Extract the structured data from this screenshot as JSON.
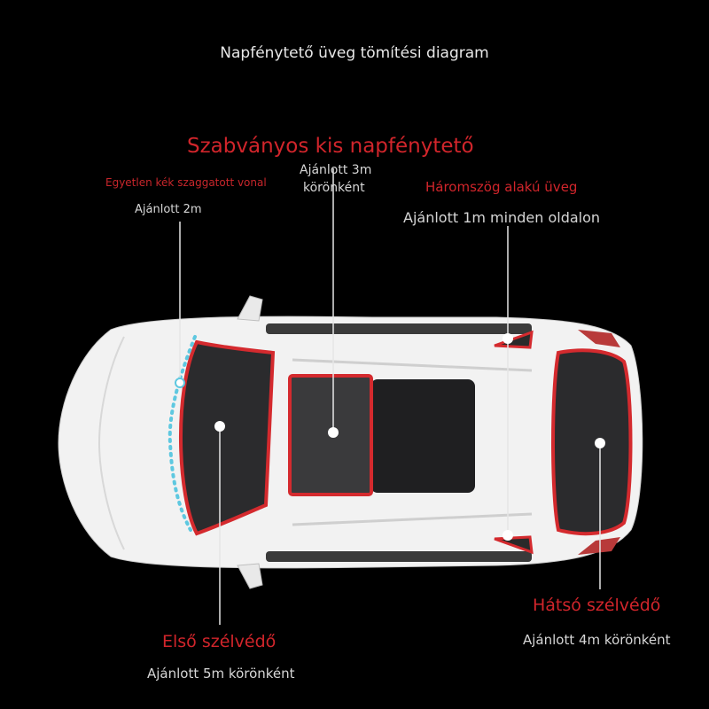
{
  "header": {
    "title": "Napfénytető üveg tömítési diagram"
  },
  "labels": {
    "sunroof_title": "Szabványos kis napfénytető",
    "sunroof_note_1": "Ajánlott 3m",
    "sunroof_note_2": "körönként",
    "blue_line_title": "Egyetlen kék szaggatott vonal",
    "blue_line_note": "Ajánlott 2m",
    "triangle_title": "Háromszög alakú üveg",
    "triangle_note": "Ajánlott 1m minden oldalon",
    "front_title": "Első szélvédő",
    "front_note": "Ajánlott 5m körönként",
    "rear_title": "Hátsó szélvédő",
    "rear_note": "Ajánlott 4m körönként"
  },
  "colors": {
    "background": "#000000",
    "seal_red": "#d42a2e",
    "dash_blue": "#5ec8e0",
    "car_body": "#f2f2f2",
    "glass": "#2b2b2d"
  }
}
